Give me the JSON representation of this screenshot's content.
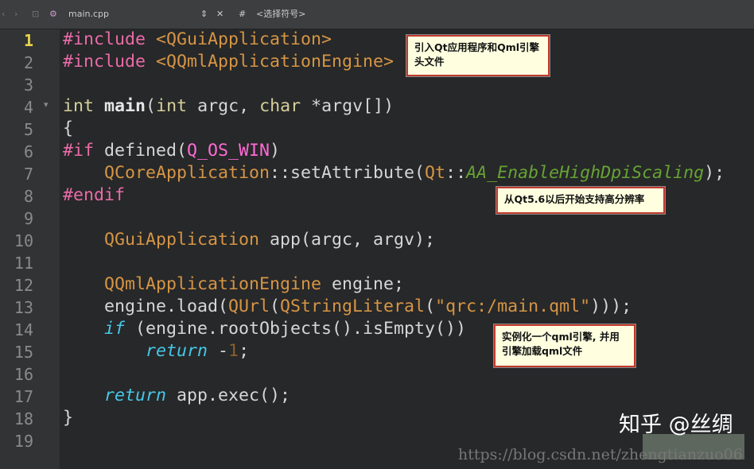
{
  "toolbar": {
    "file_name": "main.cpp",
    "symbol_hash": "#",
    "symbol_placeholder": "<选择符号>"
  },
  "code": [
    [
      [
        "pp",
        "#include"
      ],
      [
        "plain",
        " "
      ],
      [
        "inc",
        "<QGuiApplication>"
      ]
    ],
    [
      [
        "pp",
        "#include"
      ],
      [
        "plain",
        " "
      ],
      [
        "inc",
        "<QQmlApplicationEngine>"
      ]
    ],
    [],
    [
      [
        "kw",
        "int"
      ],
      [
        "plain",
        " "
      ],
      [
        "fn",
        "main"
      ],
      [
        "plain",
        "("
      ],
      [
        "kw",
        "int"
      ],
      [
        "plain",
        " argc, "
      ],
      [
        "kw",
        "char"
      ],
      [
        "plain",
        " *argv[])"
      ]
    ],
    [
      [
        "plain",
        "{"
      ]
    ],
    [
      [
        "pp",
        "#if"
      ],
      [
        "plain",
        " defined("
      ],
      [
        "mac",
        "Q_OS_WIN"
      ],
      [
        "plain",
        ")"
      ]
    ],
    [
      [
        "plain",
        "    "
      ],
      [
        "cls",
        "QCoreApplication"
      ],
      [
        "plain",
        "::setAttribute("
      ],
      [
        "cls",
        "Qt"
      ],
      [
        "plain",
        "::"
      ],
      [
        "en",
        "AA_EnableHighDpiScaling"
      ],
      [
        "plain",
        ");"
      ]
    ],
    [
      [
        "pp",
        "#endif"
      ]
    ],
    [],
    [
      [
        "plain",
        "    "
      ],
      [
        "cls",
        "QGuiApplication"
      ],
      [
        "plain",
        " app(argc, argv);"
      ]
    ],
    [],
    [
      [
        "plain",
        "    "
      ],
      [
        "cls",
        "QQmlApplicationEngine"
      ],
      [
        "plain",
        " engine;"
      ]
    ],
    [
      [
        "plain",
        "    engine.load("
      ],
      [
        "cls",
        "QUrl"
      ],
      [
        "plain",
        "("
      ],
      [
        "cls",
        "QStringLiteral"
      ],
      [
        "plain",
        "("
      ],
      [
        "str",
        "\"qrc:/main.qml\""
      ],
      [
        "plain",
        ")));"
      ]
    ],
    [
      [
        "plain",
        "    "
      ],
      [
        "it",
        "if"
      ],
      [
        "plain",
        " (engine.rootObjects().isEmpty())"
      ]
    ],
    [
      [
        "plain",
        "        "
      ],
      [
        "it",
        "return"
      ],
      [
        "plain",
        " -"
      ],
      [
        "num",
        "1"
      ],
      [
        "plain",
        ";"
      ]
    ],
    [],
    [
      [
        "plain",
        "    "
      ],
      [
        "it",
        "return"
      ],
      [
        "plain",
        " app.exec();"
      ]
    ],
    [
      [
        "plain",
        "}"
      ]
    ],
    []
  ],
  "notes": [
    "引入Qt应用程序和Qml引擎头文件",
    "从Qt5.6以后开始支持高分辨率",
    "实例化一个qml引擎, 并用引擎加载qml文件"
  ],
  "watermark": {
    "url": "https://blog.csdn.net/zhengtianzuo06",
    "zhihu": "知乎 @丝绸"
  }
}
